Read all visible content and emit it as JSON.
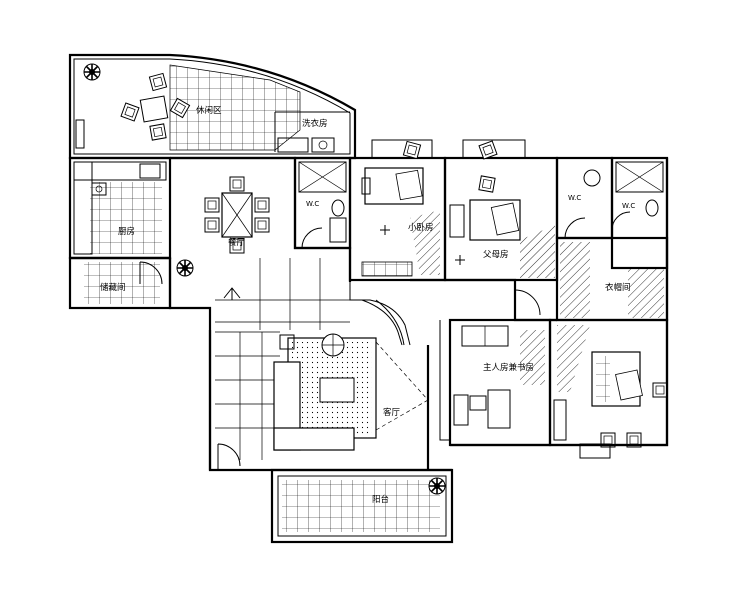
{
  "rooms": {
    "leisure": "休闲区",
    "laundry": "洗衣房",
    "kitchen": "厨房",
    "storage_room": "储藏间",
    "dining": "餐厅",
    "wc1": "W.C",
    "small_bedroom": "小卧房",
    "parent_bedroom": "父母房",
    "wc2": "W.C",
    "wc3": "W.C",
    "cloakroom": "衣帽间",
    "master_study": "主人房兼书房",
    "living": "客厅",
    "balcony": "阳台"
  },
  "icons": [
    "plant-icon",
    "door-swing-icon",
    "bed-icon",
    "sofa-icon",
    "dining-table-icon",
    "toilet-icon",
    "armchair-icon"
  ]
}
